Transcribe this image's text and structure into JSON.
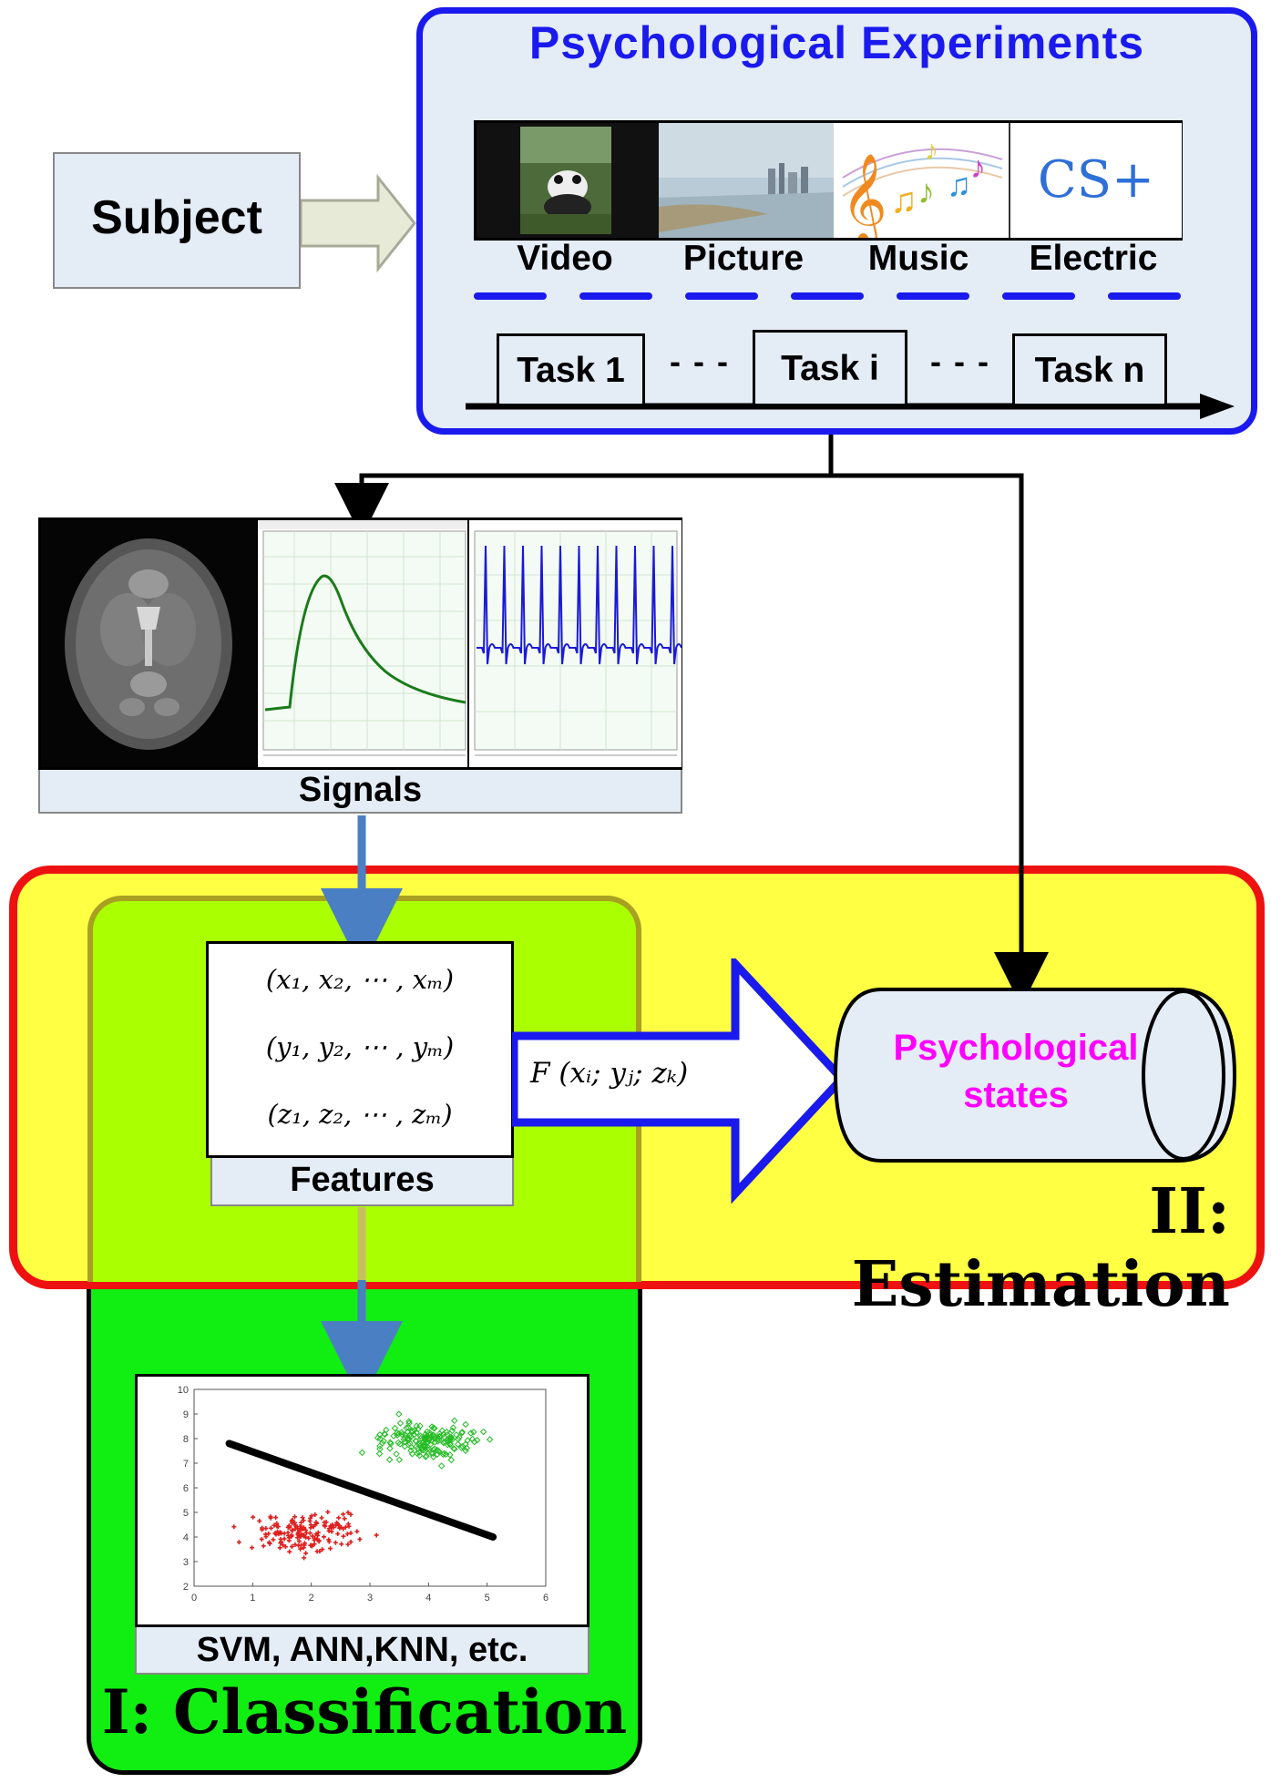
{
  "subject_label": "Subject",
  "experiments": {
    "title": "Psychological Experiments",
    "stimuli": [
      {
        "label": "Video",
        "icon": "video-frame-icon"
      },
      {
        "label": "Picture",
        "icon": "landscape-picture-icon"
      },
      {
        "label": "Music",
        "icon": "music-notes-icon"
      },
      {
        "label": "Electric",
        "icon": "electric-cs-icon",
        "text": "CS+"
      }
    ],
    "tasks": [
      "Task 1",
      "Task i",
      "Task n"
    ],
    "task_separator": "- - -"
  },
  "signals": {
    "label": "Signals",
    "panels": [
      "brain-mri-scan",
      "gsr-response-plot",
      "ecg-trace-plot"
    ]
  },
  "features": {
    "label": "Features",
    "rows": [
      "(x₁, x₂, ⋯ , xₘ)",
      "(y₁, y₂, ⋯ , yₘ)",
      "(z₁, z₂, ⋯ , zₘ)"
    ]
  },
  "function_label": "F (xᵢ; yⱼ; zₖ)",
  "states": {
    "line1": "Psychological",
    "line2": "states"
  },
  "estimation_label": "II: Estimation",
  "classification": {
    "label": "I: Classification",
    "methods": "SVM, ANN,KNN, etc.",
    "scatter_chart": {
      "type": "scatter",
      "xlim": [
        0,
        6
      ],
      "ylim": [
        2,
        10
      ],
      "x_ticks": [
        "0",
        "1",
        "2",
        "3",
        "4",
        "5",
        "6"
      ],
      "y_ticks": [
        "2",
        "3",
        "4",
        "5",
        "6",
        "7",
        "8",
        "9",
        "10"
      ],
      "decision_line": {
        "x": [
          0.6,
          5.1
        ],
        "y": [
          7.8,
          4.0
        ]
      },
      "clusters": [
        {
          "color": "#e02020",
          "center": [
            2.0,
            4.2
          ],
          "spread": [
            0.45,
            0.35
          ],
          "marker": "cross"
        },
        {
          "color": "#22bb22",
          "center": [
            4.0,
            7.9
          ],
          "spread": [
            0.45,
            0.35
          ],
          "marker": "diamond"
        }
      ]
    }
  },
  "colors": {
    "experiments_border": "#1a1aee",
    "title_blue": "#1a1aee",
    "estimation_border": "#ee1111",
    "estimation_fill": "#ffff44",
    "classification_fill": "#11ee11",
    "overlap_fill": "#aaff00",
    "states_text": "#ff00ff",
    "arrow_blue": "#4a7fc4"
  }
}
